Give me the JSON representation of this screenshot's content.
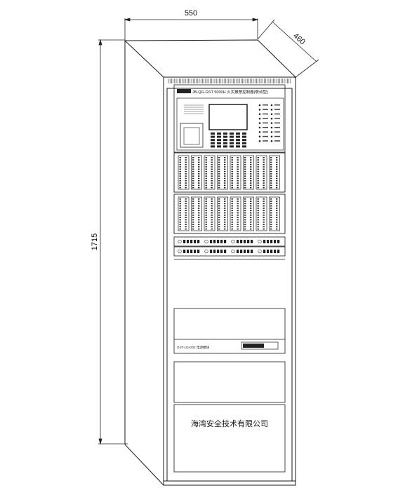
{
  "dimensions": {
    "width_label": "550",
    "depth_label": "460",
    "height_label": "1715"
  },
  "controller_model_text": "JB-QG-GST 5000H 火灾报警控制器(联动型)",
  "power_panel_label": "GST-LD-D02 电源模块",
  "company_name": "海湾安全技术有限公司",
  "colors": {
    "line": "#1a1a1a",
    "background": "#ffffff"
  }
}
